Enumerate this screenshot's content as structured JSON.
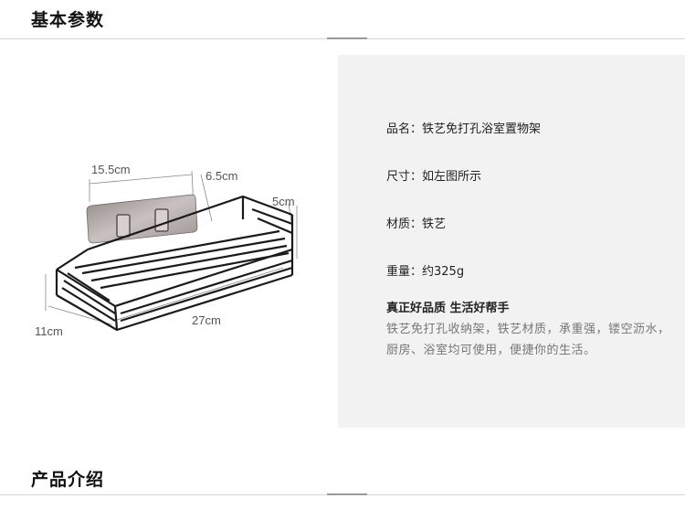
{
  "sections": {
    "basic_params_title": "基本参数",
    "product_intro_title": "产品介绍"
  },
  "dimensions": {
    "plate_width": "15.5cm",
    "plate_height": "6.5cm",
    "rack_height": "5cm",
    "rack_length": "27cm",
    "rack_depth": "11cm"
  },
  "specs": [
    {
      "key": "品名：",
      "value": "铁艺免打孔浴室置物架"
    },
    {
      "key": "尺寸：",
      "value": "如左图所示"
    },
    {
      "key": "材质：",
      "value": "铁艺"
    },
    {
      "key": "重量：",
      "value": "约325g"
    }
  ],
  "description": {
    "heading": "真正好品质 生活好帮手",
    "body": "铁艺免打孔收纳架，铁艺材质，承重强，镂空沥水，厨房、浴室均可使用，便捷你的生活。"
  },
  "colors": {
    "panel_bg": "#f2f2f2",
    "rack_wire": "#1a1a1a",
    "plate": "#b0a7a7"
  }
}
